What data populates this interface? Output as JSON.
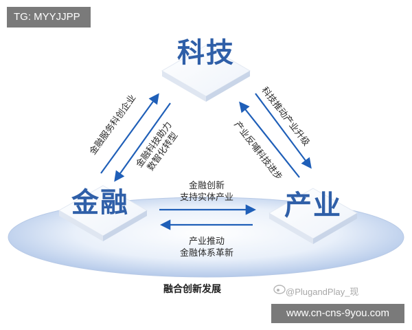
{
  "tag": "TG: MYYJJPP",
  "nodes": {
    "top": "科技",
    "left": "金融",
    "right": "产业"
  },
  "flows": {
    "left_edge_outer": "金融服务科创企业",
    "left_edge_inner_1": "金融科技助力",
    "left_edge_inner_2": "数智化转型",
    "right_edge_outer": "科技推动产业升级",
    "right_edge_inner": "产业反哺科技进步",
    "bottom_top_1": "金融创新",
    "bottom_top_2": "支持实体产业",
    "bottom_bottom_1": "产业推动",
    "bottom_bottom_2": "金融体系革新"
  },
  "caption": "融合创新发展",
  "credit": "@PlugandPlay_现",
  "watermark": "www.cn-cns-9you.com",
  "colors": {
    "label_blue": "#2f5fa8",
    "arrow_blue": "#1f5fb8",
    "ellipse_light": "#e6eef9",
    "ellipse_dark": "#9fb9e2"
  }
}
